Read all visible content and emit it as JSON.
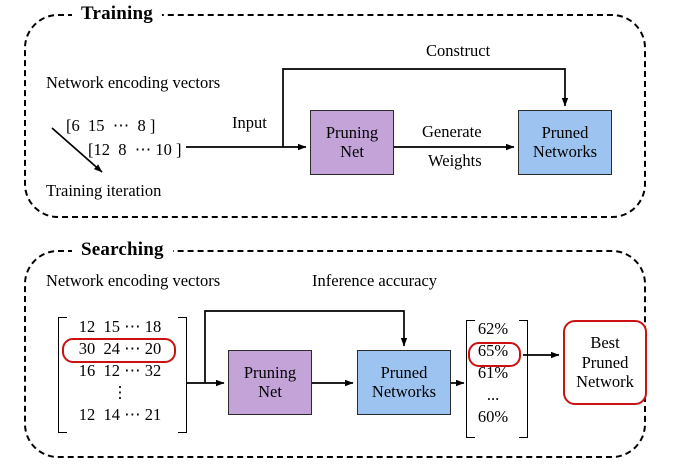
{
  "figure": {
    "panels": [
      {
        "id": "training",
        "title": "Training",
        "labels": {
          "encoding_vectors": "Network encoding vectors",
          "training_iteration": "Training iteration",
          "input": "Input",
          "construct": "Construct",
          "generate": "Generate",
          "weights": "Weights"
        },
        "vectors": [
          "[6  15  ⋯  8 ]",
          "[12  8  ⋯ 10 ]"
        ],
        "boxes": [
          {
            "name": "pruning-net",
            "line1": "Pruning",
            "line2": "Net",
            "color": "#c3a3d8"
          },
          {
            "name": "pruned-networks",
            "line1": "Pruned",
            "line2": "Networks",
            "color": "#9dc3f0"
          }
        ]
      },
      {
        "id": "searching",
        "title": "Searching",
        "labels": {
          "encoding_vectors": "Network encoding vectors",
          "inference_accuracy": "Inference accuracy"
        },
        "matrix_rows": [
          "12  15 ⋯ 18",
          "30  24 ⋯ 20",
          "16  12 ⋯ 32",
          "⋮",
          "12  14 ⋯ 21"
        ],
        "matrix_highlight_index": 1,
        "accuracy_rows": [
          "62%",
          "65%",
          "61%",
          "...",
          "60%"
        ],
        "accuracy_highlight_index": 1,
        "boxes": [
          {
            "name": "pruning-net",
            "line1": "Pruning",
            "line2": "Net",
            "color": "#c3a3d8"
          },
          {
            "name": "pruned-networks",
            "line1": "Pruned",
            "line2": "Networks",
            "color": "#9dc3f0"
          }
        ],
        "best": {
          "line1": "Best",
          "line2": "Pruned",
          "line3": "Network",
          "color": "#cc1111"
        }
      }
    ]
  }
}
